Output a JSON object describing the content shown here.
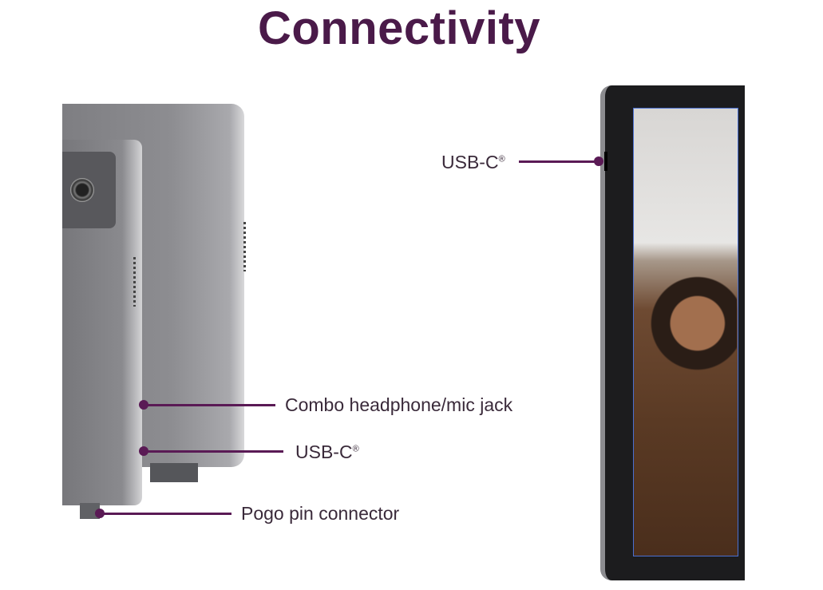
{
  "title": "Connectivity",
  "callouts": {
    "usbc_top": {
      "label": "USB-C",
      "mark": "®"
    },
    "combo_jack": {
      "label": "Combo headphone/mic jack"
    },
    "usbc_side": {
      "label": "USB-C",
      "mark": "®"
    },
    "pogo": {
      "label": "Pogo pin connector"
    }
  },
  "colors": {
    "accent": "#5a1a55",
    "title": "#4a1a49"
  }
}
